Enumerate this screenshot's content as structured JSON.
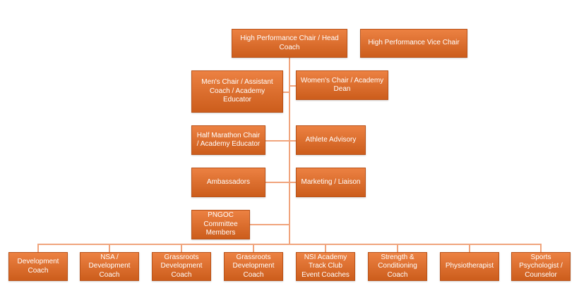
{
  "nodes": {
    "head_coach": "High Performance Chair / Head Coach",
    "vice_chair": "High Performance Vice Chair",
    "mens_chair": "Men's Chair / Assistant Coach / Academy Educator",
    "womens_chair": "Women's Chair / Academy Dean",
    "half_marathon_chair": "Half Marathon Chair / Academy Educator",
    "athlete_advisory": "Athlete Advisory",
    "ambassadors": "Ambassadors",
    "marketing": "Marketing / Liaison",
    "pngoc": "PNGOC Committee Members",
    "bottom": [
      "Development Coach",
      "NSA / Development Coach",
      "Grassroots Development Coach",
      "Grassroots Development Coach",
      "NSI Academy Track Club Event Coaches",
      "Strength & Conditioning Coach",
      "Physiotherapist",
      "Sports Psychologist / Counselor"
    ]
  }
}
